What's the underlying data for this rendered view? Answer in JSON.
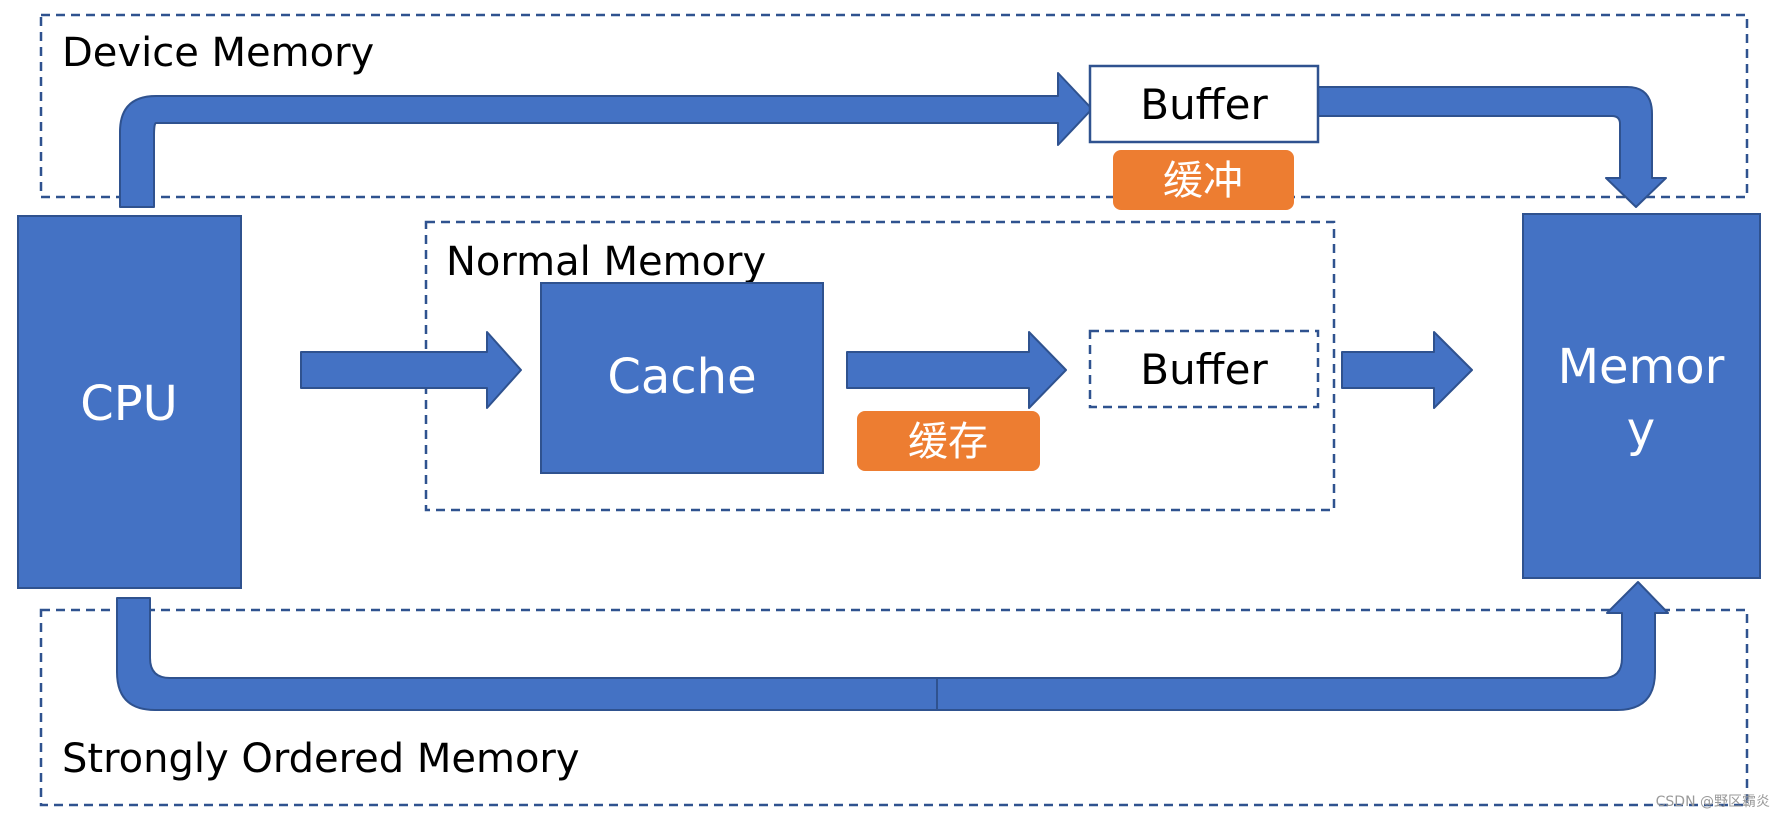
{
  "colors": {
    "block_fill": "#4472c4",
    "block_stroke": "#2f528f",
    "tag_fill": "#ed7d31",
    "dash_stroke": "#2f528f"
  },
  "regions": {
    "device": "Device Memory",
    "normal": "Normal Memory",
    "strongly_ordered": "Strongly Ordered Memory"
  },
  "blocks": {
    "cpu": "CPU",
    "cache": "Cache",
    "memory_line1": "Memor",
    "memory_line2": "y"
  },
  "buffers": {
    "device_buffer": "Buffer",
    "normal_buffer": "Buffer"
  },
  "tags": {
    "device_buffer_tag": "缓冲",
    "cache_tag": "缓存"
  },
  "watermark": "CSDN @野区霸炎"
}
